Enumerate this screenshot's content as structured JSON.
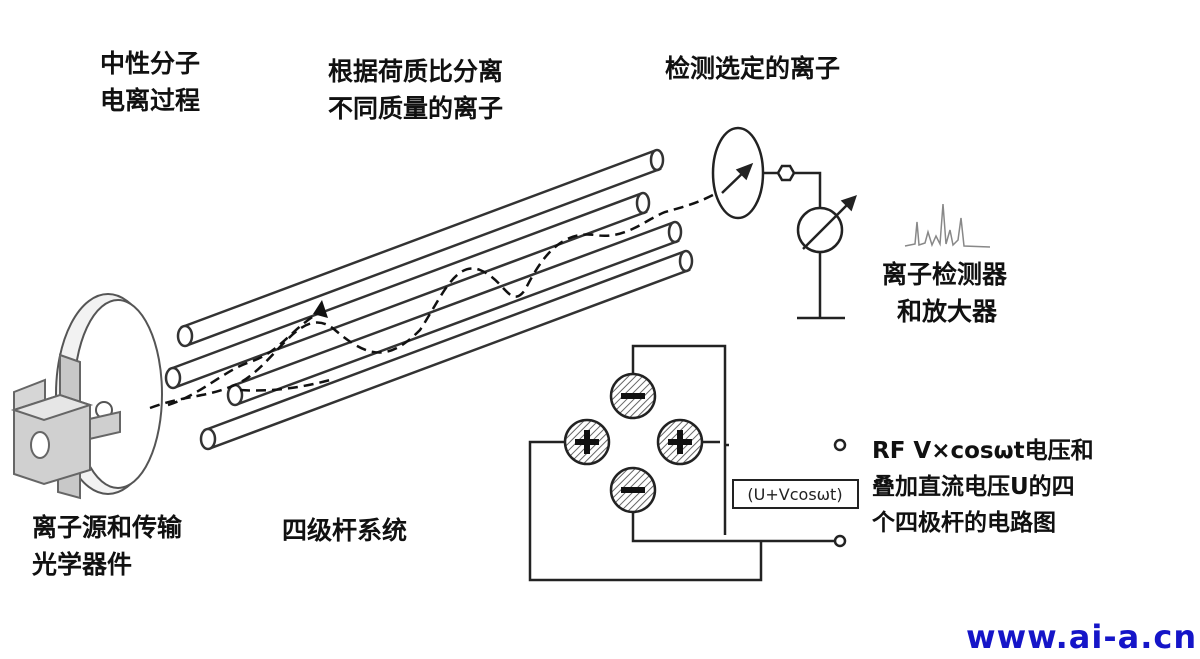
{
  "labels": {
    "ionization": [
      "中性分子",
      "电离过程"
    ],
    "separation": [
      "根据荷质比分离",
      "不同质量的离子"
    ],
    "detect_selected": [
      "检测选定的离子"
    ],
    "detector_amp": [
      "离子检测器",
      "和放大器"
    ],
    "source_optics": [
      "离子源和传输",
      "光学器件"
    ],
    "quad_system": [
      "四级杆系统"
    ],
    "circuit_desc": [
      "RF V×cosωt电压和",
      "叠加直流电压U的四",
      "个四极杆的电路图"
    ]
  },
  "circuit": {
    "voltage_box": "(U+Vcosωt)"
  },
  "watermark": "www.ai-a.cn",
  "colors": {
    "watermark": "#1515c8",
    "ink": "#111111"
  }
}
